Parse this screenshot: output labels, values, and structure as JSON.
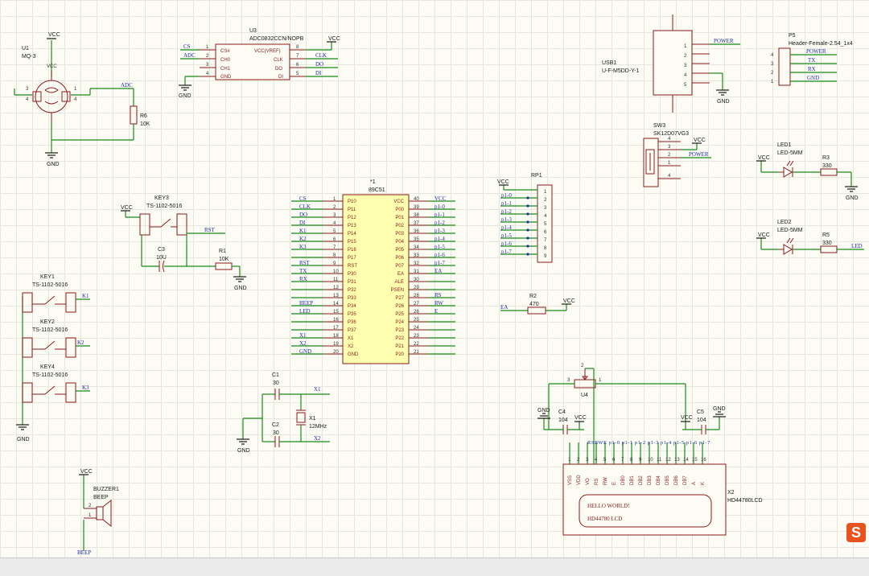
{
  "app_logo_text": "S",
  "parts": {
    "u1": {
      "ref": "U1",
      "val": "MQ-3"
    },
    "u3": {
      "ref": "U3",
      "val": "ADC0832CCN/NOPB"
    },
    "u3_pins": {
      "l": [
        "CS#",
        "CH0",
        "CH1",
        "GND"
      ],
      "r": [
        "VCC(VREF)",
        "CLK",
        "DO",
        "DI"
      ]
    },
    "usb1": {
      "ref": "USB1",
      "val": "U-F-M5DD-Y-1"
    },
    "p5": {
      "ref": "P5",
      "val": "Header-Female-2.54_1x4"
    },
    "sw3": {
      "ref": "SW3",
      "val": "SK12D07VG3"
    },
    "led1": {
      "ref": "LED1",
      "val": "LED-5MM"
    },
    "led2": {
      "ref": "LED2",
      "val": "LED-5MM"
    },
    "r3": {
      "ref": "R3",
      "val": "330"
    },
    "r5": {
      "ref": "R5",
      "val": "330"
    },
    "r6": {
      "ref": "R6",
      "val": "10K"
    },
    "r1": {
      "ref": "R1",
      "val": "10K"
    },
    "r2": {
      "ref": "R2",
      "val": "470"
    },
    "c3": {
      "ref": "C3",
      "val": "10U"
    },
    "c1": {
      "ref": "C1",
      "val": "30"
    },
    "c2": {
      "ref": "C2",
      "val": "30"
    },
    "c4": {
      "ref": "C4",
      "val": "104"
    },
    "c5": {
      "ref": "C5",
      "val": "104"
    },
    "x1": {
      "ref": "X1",
      "val": "12MHz"
    },
    "x2": {
      "ref": "X2",
      "val": "HD44780LCD"
    },
    "u4": {
      "ref": "U4"
    },
    "rp1": {
      "ref": "RP1"
    },
    "key3": {
      "ref": "KEY3",
      "val": "TS-1102-5016"
    },
    "key1": {
      "ref": "KEY1",
      "val": "TS-1102-5016"
    },
    "key2": {
      "ref": "KEY2",
      "val": "TS-1102-5016"
    },
    "key4": {
      "ref": "KEY4",
      "val": "TS-1102-5016"
    },
    "buzzer1": {
      "ref": "BUZZER1",
      "val": "BEEP"
    },
    "mcu": {
      "ref": "*1",
      "val": "89C51"
    }
  },
  "mcu_pins": {
    "left": [
      {
        "num": "1",
        "name": "P10",
        "net": "CS"
      },
      {
        "num": "2",
        "name": "P11",
        "net": "CLK"
      },
      {
        "num": "3",
        "name": "P12",
        "net": "DO"
      },
      {
        "num": "4",
        "name": "P13",
        "net": "DI"
      },
      {
        "num": "5",
        "name": "P14",
        "net": "K1"
      },
      {
        "num": "6",
        "name": "P15",
        "net": "K2"
      },
      {
        "num": "7",
        "name": "P16",
        "net": "K3"
      },
      {
        "num": "8",
        "name": "P17",
        "net": ""
      },
      {
        "num": "9",
        "name": "RST",
        "net": "RST"
      },
      {
        "num": "10",
        "name": "P30",
        "net": "TX"
      },
      {
        "num": "11",
        "name": "P31",
        "net": "RX"
      },
      {
        "num": "12",
        "name": "P32",
        "net": ""
      },
      {
        "num": "13",
        "name": "P33",
        "net": ""
      },
      {
        "num": "14",
        "name": "P34",
        "net": "BEEP"
      },
      {
        "num": "15",
        "name": "P35",
        "net": "LED"
      },
      {
        "num": "16",
        "name": "P36",
        "net": ""
      },
      {
        "num": "17",
        "name": "P37",
        "net": ""
      },
      {
        "num": "18",
        "name": "X1",
        "net": "X1"
      },
      {
        "num": "19",
        "name": "X2",
        "net": "X2"
      },
      {
        "num": "20",
        "name": "GND",
        "net": "GND"
      }
    ],
    "right": [
      {
        "num": "40",
        "name": "VCC",
        "net": "VCC"
      },
      {
        "num": "39",
        "name": "P00",
        "net": "p1-0"
      },
      {
        "num": "38",
        "name": "P01",
        "net": "p1-1"
      },
      {
        "num": "37",
        "name": "P02",
        "net": "p1-2"
      },
      {
        "num": "36",
        "name": "P03",
        "net": "p1-3"
      },
      {
        "num": "35",
        "name": "P04",
        "net": "p1-4"
      },
      {
        "num": "34",
        "name": "P05",
        "net": "p1-5"
      },
      {
        "num": "33",
        "name": "P06",
        "net": "p1-6"
      },
      {
        "num": "32",
        "name": "P07",
        "net": "p1-7"
      },
      {
        "num": "31",
        "name": "EA",
        "net": "EA"
      },
      {
        "num": "30",
        "name": "ALE",
        "net": ""
      },
      {
        "num": "29",
        "name": "PSEN",
        "net": ""
      },
      {
        "num": "28",
        "name": "P27",
        "net": "RS"
      },
      {
        "num": "27",
        "name": "P26",
        "net": "RW"
      },
      {
        "num": "26",
        "name": "P25",
        "net": "E"
      },
      {
        "num": "25",
        "name": "P24",
        "net": ""
      },
      {
        "num": "24",
        "name": "P23",
        "net": ""
      },
      {
        "num": "23",
        "name": "P22",
        "net": ""
      },
      {
        "num": "22",
        "name": "P21",
        "net": ""
      },
      {
        "num": "21",
        "name": "P20",
        "net": ""
      }
    ]
  },
  "rp1_nets": [
    "p1-0",
    "p1-1",
    "p1-2",
    "p1-3",
    "p1-4",
    "p1-5",
    "p1-6",
    "p1-7"
  ],
  "lcd": {
    "pins": [
      "VSS",
      "VDD",
      "VO",
      "RS",
      "RW",
      "E",
      "DB0",
      "DB1",
      "DB2",
      "DB3",
      "DB4",
      "DB5",
      "DB6",
      "DB7",
      "A",
      "K"
    ],
    "top_nets": "RSRWE p1-0 p1-1 p1-2 p1-3 p1-4 p1-5 p1-6 p1-7",
    "text1": "HELLO WORLD!",
    "text2": "HD44780 LCD"
  },
  "nets": {
    "vcc": "VCC",
    "gnd": "GND",
    "power": "POWER",
    "adc": "ADC",
    "cs": "CS",
    "clk": "CLK",
    "do": "DO",
    "di": "DI",
    "tx": "TX",
    "rx": "RX",
    "rst": "RST",
    "ea": "EA",
    "led": "LED",
    "beep": "BEEP",
    "x1": "X1",
    "x2": "X2",
    "k1": "K1",
    "k2": "K2",
    "k3": "K3"
  }
}
